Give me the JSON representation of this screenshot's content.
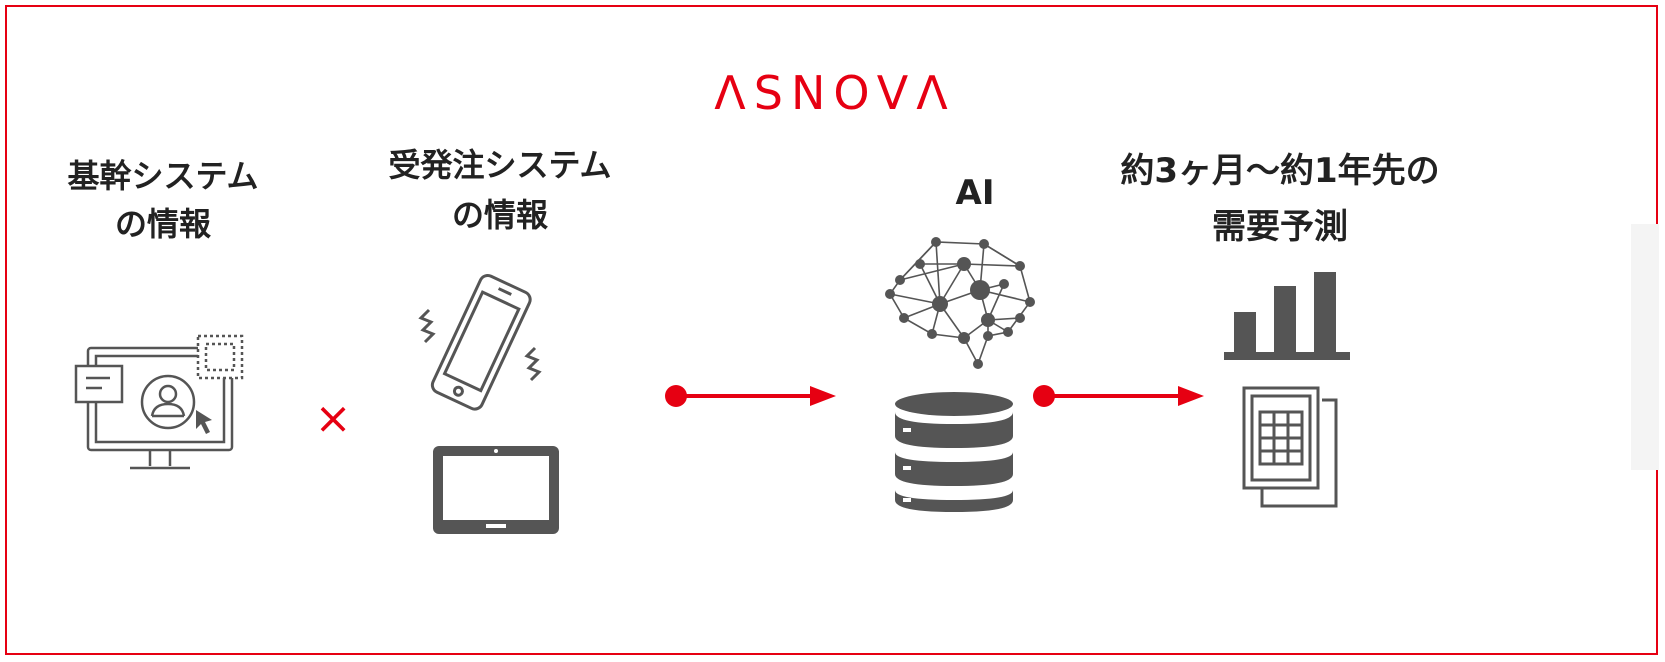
{
  "brand": {
    "logo_text": "ΛSNOVΛ",
    "accent_color": "#e60012",
    "icon_color": "#555555"
  },
  "inputs": [
    {
      "line1": "基幹システム",
      "line2": "の情報",
      "icon": "monitor-user-icon"
    },
    {
      "line1": "受発注システム",
      "line2": "の情報",
      "icons": [
        "smartphone-icon",
        "tablet-icon"
      ]
    }
  ],
  "combine_symbol": "×",
  "ai": {
    "label": "AI",
    "icons": [
      "brain-network-icon",
      "database-icon"
    ]
  },
  "output": {
    "line1": "約3ヶ月〜約1年先の",
    "line2": "需要予測",
    "icons": [
      "bar-chart-icon",
      "spreadsheet-icon"
    ]
  }
}
